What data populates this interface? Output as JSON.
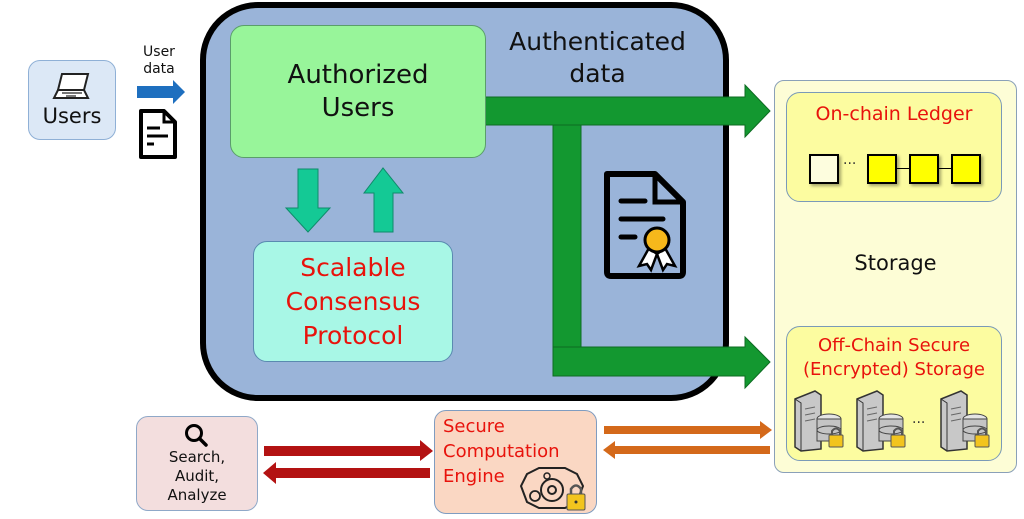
{
  "users": {
    "label": "Users",
    "icon": "laptop-icon"
  },
  "user_data": {
    "label_line1": "User",
    "label_line2": "data",
    "icon": "document-icon"
  },
  "main_block": {
    "authorized_users": {
      "line1": "Authorized",
      "line2": "Users"
    },
    "consensus": {
      "line1": "Scalable",
      "line2": "Consensus",
      "line3": "Protocol"
    },
    "authenticated_data": {
      "line1": "Authenticated",
      "line2": "data"
    },
    "certificate_icon": "certificate-icon"
  },
  "storage": {
    "label": "Storage",
    "on_chain": {
      "label": "On-chain Ledger",
      "ellipsis": "···",
      "block_count": 4
    },
    "off_chain": {
      "line1": "Off-Chain Secure",
      "line2": "(Encrypted) Storage",
      "ellipsis": "···",
      "server_count": 3
    }
  },
  "search": {
    "line1": "Search,",
    "line2": "Audit,",
    "line3": "Analyze",
    "icon": "magnifier-icon"
  },
  "engine": {
    "line1": "Secure",
    "line2": "Computation",
    "line3": "Engine",
    "icon": "engine-lock-icon"
  },
  "colors": {
    "main_bg": "#9ab4d9",
    "authorized_bg": "#98f59a",
    "consensus_bg": "#a8f7e6",
    "flow_green": "#139830",
    "consensus_arrow": "#14c995",
    "user_arrow": "#1e6fbf",
    "search_arrow": "#b31212",
    "storage_arrow": "#d4691a",
    "storage_bg": "#fdfdd6",
    "ledger_block": "#ffff00",
    "engine_bg": "#fad7c3",
    "search_bg": "#f3dede",
    "accent_red": "#e8130c"
  }
}
